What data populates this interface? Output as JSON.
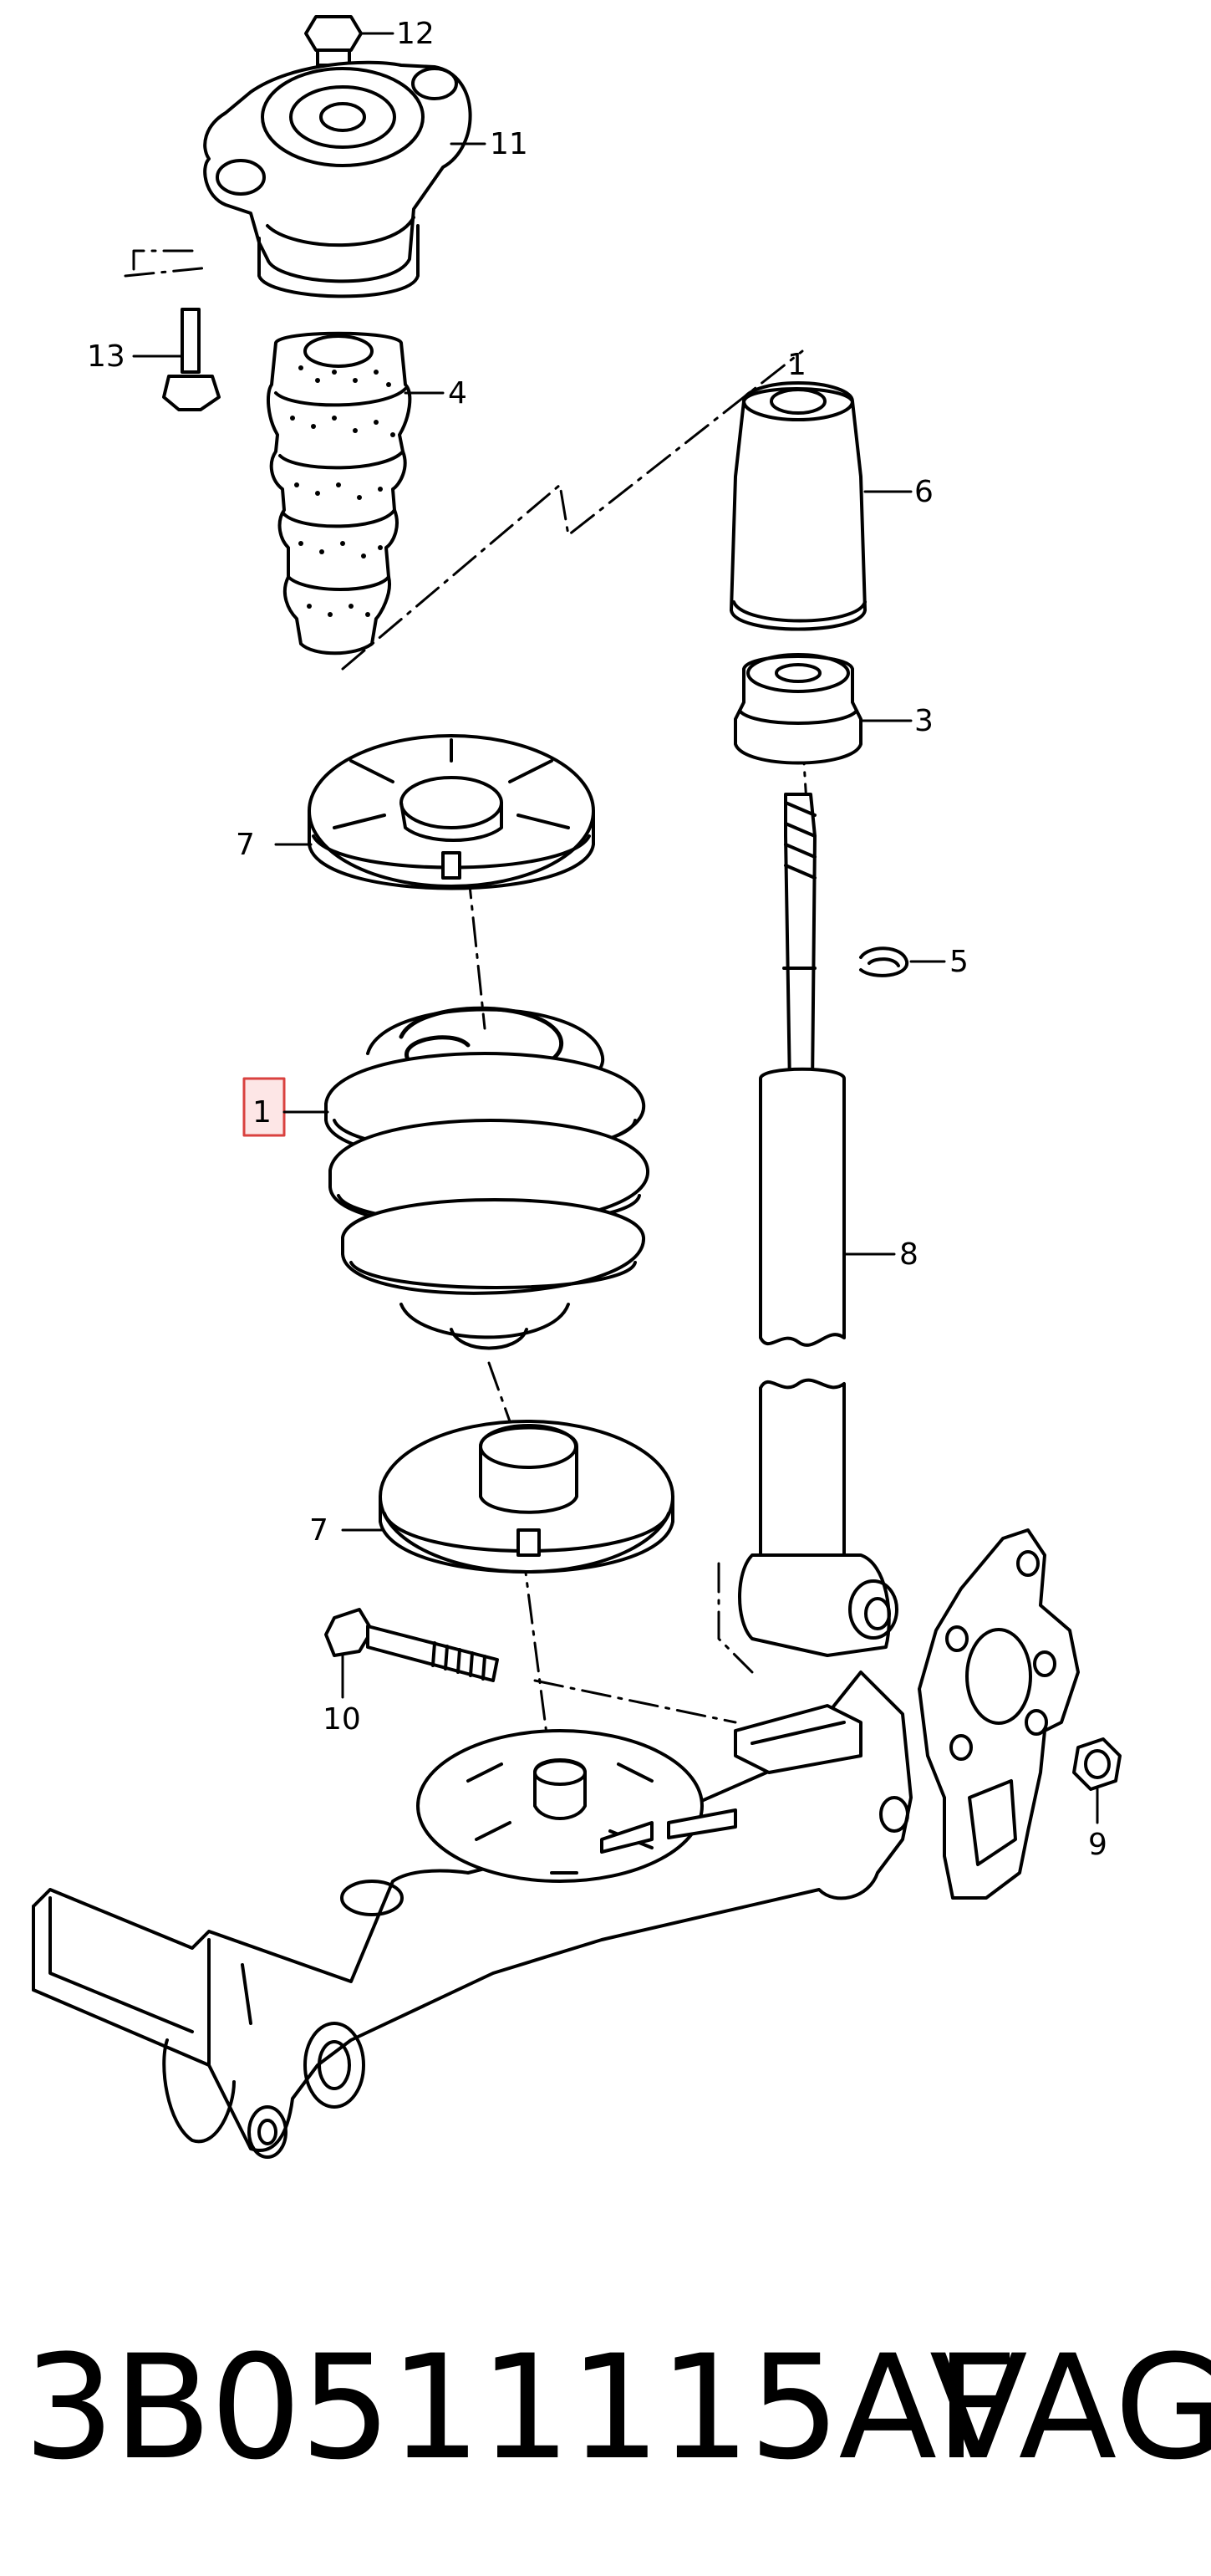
{
  "callouts": {
    "c1": "1",
    "c3": "3",
    "c4": "4",
    "c5": "5",
    "c6": "6",
    "c7a": "7",
    "c7b": "7",
    "c8": "8",
    "c9": "9",
    "c10": "10",
    "c11": "11",
    "c12": "12",
    "c13": "13",
    "c1top": "1"
  },
  "highlight": {
    "border_color": "#d9413f",
    "fill_color": "#fde6e6"
  },
  "footer": {
    "part_number": "3B0511115AF",
    "brand": "VAG"
  }
}
